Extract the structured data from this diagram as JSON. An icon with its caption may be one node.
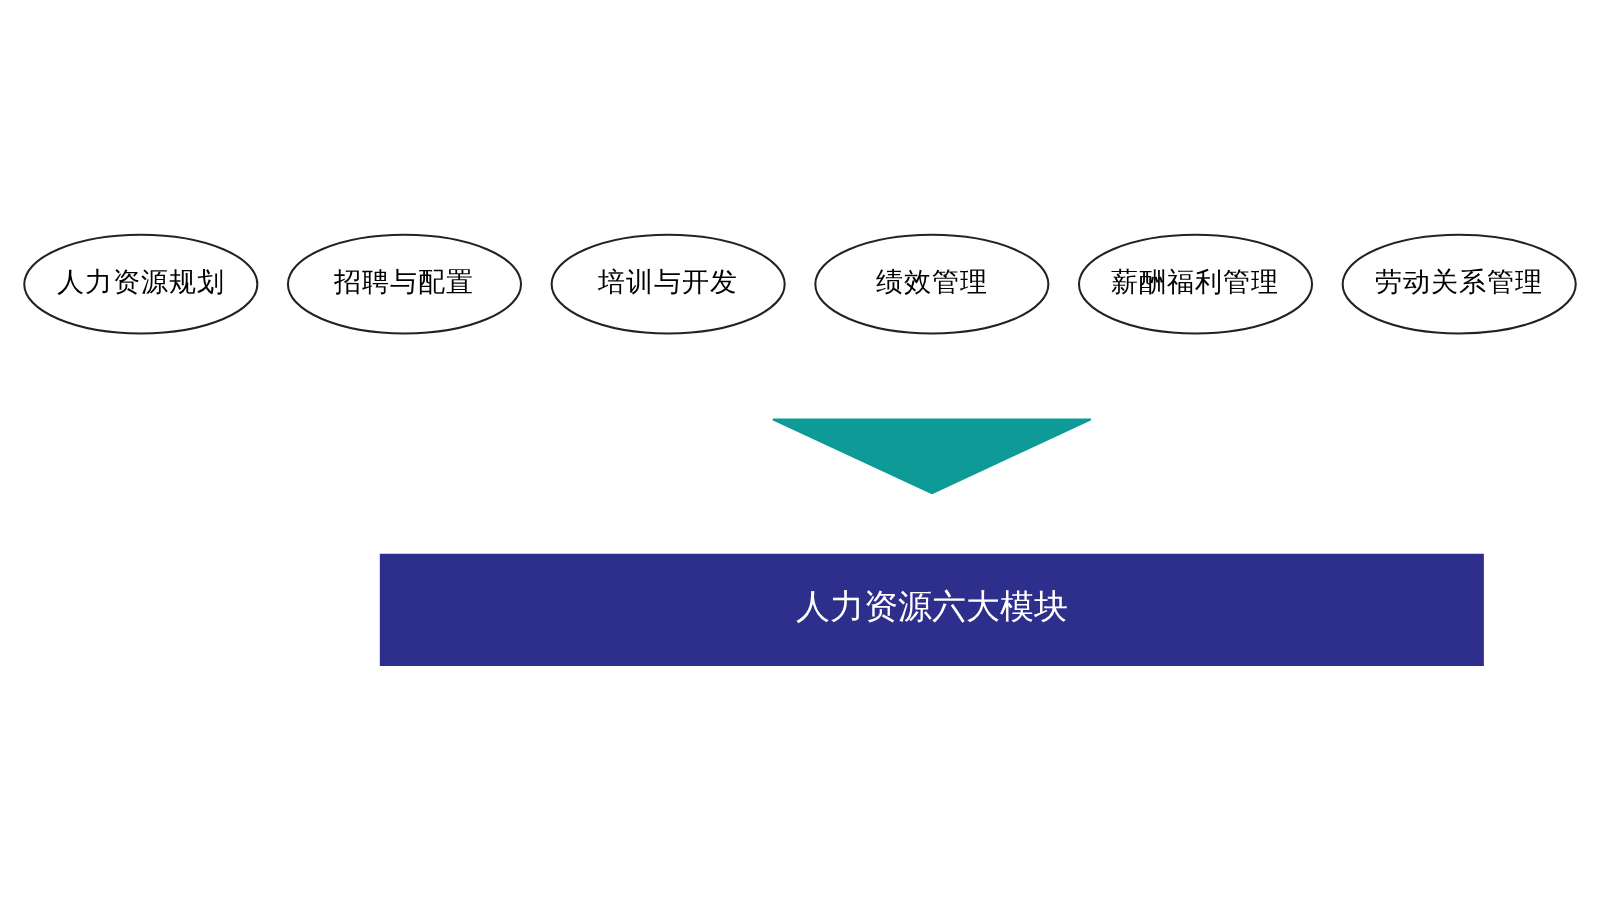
{
  "diagram": {
    "nodes": [
      {
        "text": [
          "人力资源规划"
        ]
      },
      {
        "text": [
          "招聘与配置"
        ]
      },
      {
        "text": [
          "培训与开发"
        ]
      },
      {
        "text": [
          "绩效管理"
        ]
      },
      {
        "text": [
          "薪酬福利管理"
        ]
      },
      {
        "text": [
          "劳动关系管理"
        ]
      },
      {
        "text": [],
        "shape": "triangle"
      },
      {
        "text": [
          "人力资源六大模块"
        ]
      }
    ]
  }
}
